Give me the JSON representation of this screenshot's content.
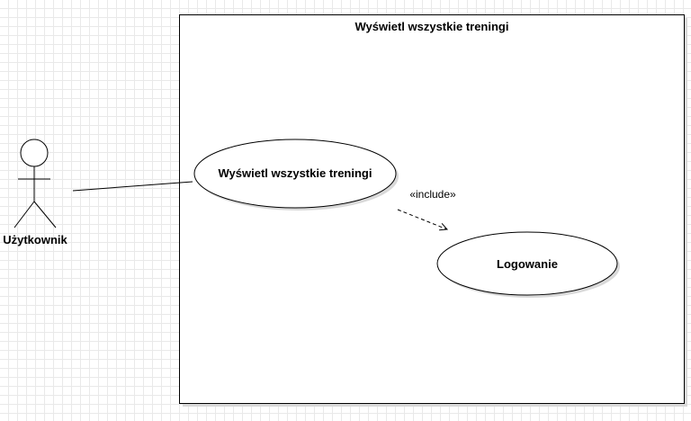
{
  "diagram": {
    "type": "use-case",
    "system_boundary": {
      "title": "Wyświetl wszystkie treningi"
    },
    "actor": {
      "label": "Użytkownik"
    },
    "use_cases": [
      {
        "label": "Wyświetl wszystkie treningi"
      },
      {
        "label": "Logowanie"
      }
    ],
    "relations": [
      {
        "type": "association",
        "from": "Użytkownik",
        "to": "Wyświetl wszystkie treningi"
      },
      {
        "type": "include",
        "label": "«include»",
        "from": "Wyświetl wszystkie treningi",
        "to": "Logowanie"
      }
    ],
    "colors": {
      "stroke": "#000000",
      "fill": "#ffffff",
      "grid": "#e9e9e9",
      "shadow": "#d9d9d9"
    }
  }
}
